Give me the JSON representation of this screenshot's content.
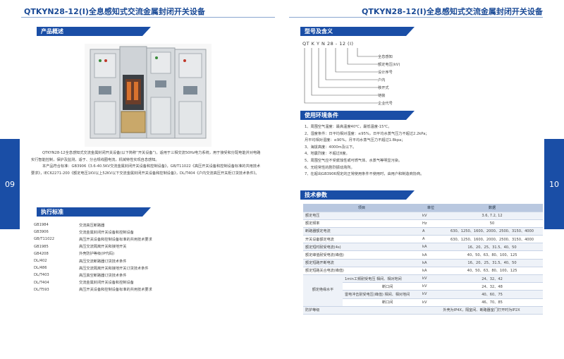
{
  "header": {
    "left_title": "QTKYN28-12(Ⅰ)全息感知式交流金属封闭开关设备",
    "right_title": "QTKYN28-12(Ⅰ)全息感知式交流金属封闭开关设备"
  },
  "page_numbers": {
    "left": "09",
    "right": "10"
  },
  "sections": {
    "overview": "产品概述",
    "standards": "执行标准",
    "model": "型号及含义",
    "environment": "使用环境条件",
    "specs": "技术参数"
  },
  "overview": {
    "para1": "QTKYN28-12全息感知式交流金属封闭开关设备(以下简称“开关设备”)，适用于三相交流50Hz电力系统，用于接受和分配电能并对电路实行智能控制，保护及监测，适于、分合规线圈电流，机械特性实现自息感知。",
    "para2": "本产品符合标准：GB3906《3.6-40.5KV交流金属封闭开关设备和控制设备》，GB/T11022《高压开关设备和控制设备标准的共用技术要求》，IEC62271-200《额定电压1KV以上52KV以下交流金属封闭开关设备和控制设备》，DL/T404《户内交流高压开关柜订货技术条件》。"
  },
  "standards": [
    {
      "code": "GB1984",
      "name": "交流高压断路器"
    },
    {
      "code": "GB3906",
      "name": "交流金属封闭开关设备和控制设备"
    },
    {
      "code": "GB/T11022",
      "name": "高压开关设备和控制设备标准的共用技术要求"
    },
    {
      "code": "GB1985",
      "name": "高压交流隔离开关和接地开关"
    },
    {
      "code": "GB4208",
      "name": "外壳防护等级(IP代码)"
    },
    {
      "code": "DL/402",
      "name": "高压交流断路器订货技术条件"
    },
    {
      "code": "DL/486",
      "name": "高压交流隔离开关和接地开关订货技术条件"
    },
    {
      "code": "DL/T403",
      "name": "高压真空断路器订货技术条件"
    },
    {
      "code": "DL/T404",
      "name": "交流金属封闭开关设备和控制设备"
    },
    {
      "code": "DL/T593",
      "name": "高压开关设备和控制设备标准的共用技术要求"
    }
  ],
  "model": {
    "code": "QT K Y N 28 - 12 (Ⅰ)",
    "labels": [
      "全息感知",
      "额定电压(kV)",
      "设计序号",
      "户内",
      "移开式",
      "铠装",
      "企业代号"
    ]
  },
  "environment": [
    "1、周围空气温度：最高温度40℃，最低温度-15℃。",
    "2、湿度条件：日平均相对湿度：≤95%，日平均水蒸气压力不超过2.2kPa；",
    "   月平均相对湿度：≤90%，月平均水蒸气压力不超过1.8kpa；",
    "3、海拔高度：4000m及以下。",
    "4、地震烈度：不超过8度。",
    "5、周围空气应不受腐蚀性或可燃气体、水蒸气等明显污染。",
    "6、无经常性的剧烈振动场所。",
    "7、在超出GB3906规定的正常使用条件不使用时，由用户和制造商协商。"
  ],
  "specs": {
    "headers": [
      "项目",
      "单位",
      "数据"
    ],
    "rows": [
      [
        "额定电压",
        "kV",
        "3.6, 7.2, 12"
      ],
      [
        "额定频率",
        "Hz",
        "50"
      ],
      [
        "断路器额定电流",
        "A",
        "630、1250、1600、2000、2500、3150、4000"
      ],
      [
        "开关设备额定电流",
        "A",
        "630、1250、1600、2000、2500、3150、4000"
      ],
      [
        "额定短时耐受电流(4s)",
        "kA",
        "16、20、25、31.5、40、50"
      ],
      [
        "额定峰值耐受电流(峰值)",
        "kA",
        "40、50、63、80、100、125"
      ],
      [
        "额定短路开断电流",
        "kA",
        "16、20、25、31.5、40、50"
      ],
      [
        "额定短路关合电流(峰值)",
        "kA",
        "40、50、63、80、100、125"
      ]
    ],
    "insulation": {
      "label": "额定绝缘水平",
      "pf_label": "1min工频耐受电压",
      "li_label": "雷电冲击耐受电压(峰值)",
      "rows": [
        [
          "相间、相对地间",
          "kV",
          "24、32、42"
        ],
        [
          "断口间",
          "kV",
          "24、32、48"
        ],
        [
          "相间、相对地间",
          "kV",
          "40、60、75"
        ],
        [
          "断口间",
          "kV",
          "46、70、85"
        ]
      ]
    },
    "protection": {
      "label": "防护等级",
      "value": "外壳为IP4X，隔室间、断路器室门打开时为IP2X"
    }
  }
}
